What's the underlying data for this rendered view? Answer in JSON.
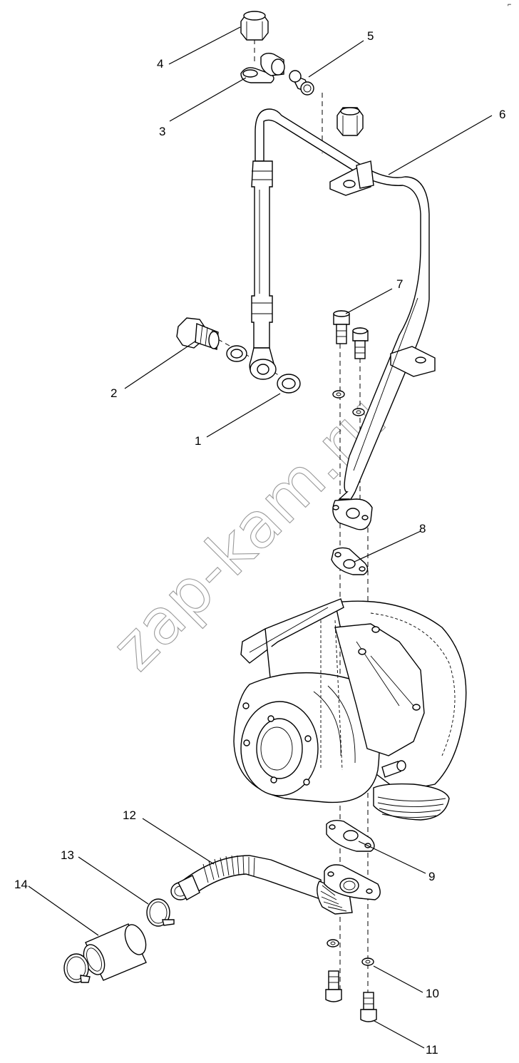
{
  "watermark": "zap-kam.ru",
  "corner_mark": "⌐",
  "callouts": [
    "1",
    "2",
    "3",
    "4",
    "5",
    "6",
    "7",
    "8",
    "9",
    "10",
    "11",
    "12",
    "13",
    "14"
  ]
}
